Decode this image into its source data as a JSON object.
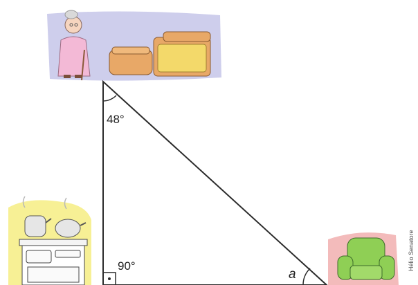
{
  "angles": {
    "top": "48°",
    "right_angle": "90°",
    "bottom_right": "a"
  },
  "credit": "Hélio Senatore",
  "scenes": {
    "top": "grandmother-bedroom",
    "bottom_left": "kitchen-stove",
    "bottom_right": "green-armchair"
  },
  "colors": {
    "top_backdrop": "#c9c9ea",
    "kitchen_backdrop": "#f6ee8a",
    "armchair_backdrop": "#f2b4b4",
    "armchair": "#8fcf55",
    "bed_frame": "#e8a867",
    "bed_mattress": "#f3d96a",
    "dress": "#f3b9d6"
  }
}
